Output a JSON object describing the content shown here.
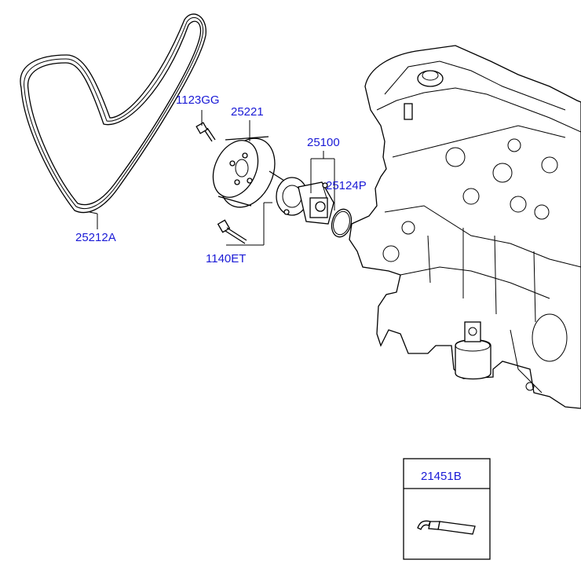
{
  "labels": {
    "belt": "25212A",
    "bolt_small": "1123GG",
    "pulley": "25221",
    "pump_assy": "25100",
    "gasket": "25124P",
    "bolt_long": "1140ET",
    "sealant": "21451B"
  },
  "colors": {
    "label": "#1a1ad6",
    "line": "#000000",
    "background": "#ffffff"
  }
}
